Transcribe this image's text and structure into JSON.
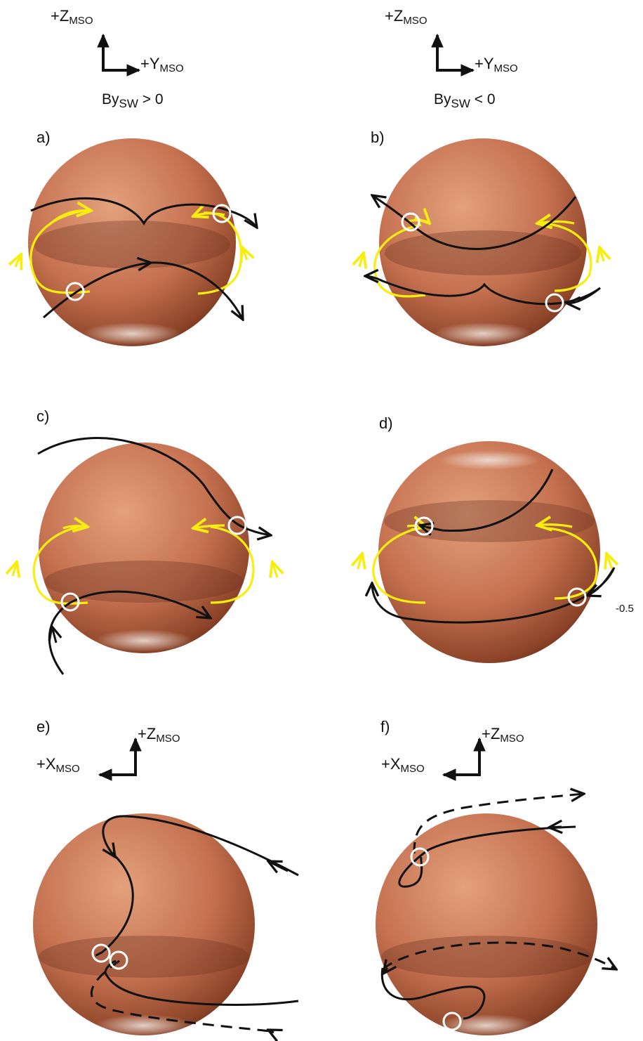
{
  "axes": {
    "z": {
      "sign": "+",
      "letter": "Z",
      "sub": "MSO"
    },
    "y": {
      "sign": "+",
      "letter": "Y",
      "sub": "MSO"
    },
    "x": {
      "sign": "+",
      "letter": "X",
      "sub": "MSO"
    }
  },
  "conditions": {
    "left": {
      "main": "By",
      "sub": "SW",
      "rest": " > 0"
    },
    "right": {
      "main": "By",
      "sub": "SW",
      "rest": " < 0"
    }
  },
  "panels": {
    "a": "a)",
    "b": "b)",
    "c": "c)",
    "d": "d)",
    "e": "e)",
    "f": "f)"
  },
  "annotation": "-0.5",
  "colors": {
    "planet_light": "#e3a17c",
    "planet_mid": "#c57150",
    "planet_dark": "#6b2f1d",
    "field_line": "#111111",
    "draped_field": "#f7ee10",
    "marker": "#ffffff"
  },
  "icons": [
    "arrow-head",
    "white-circle-marker",
    "planet-sphere",
    "axis-triad"
  ]
}
